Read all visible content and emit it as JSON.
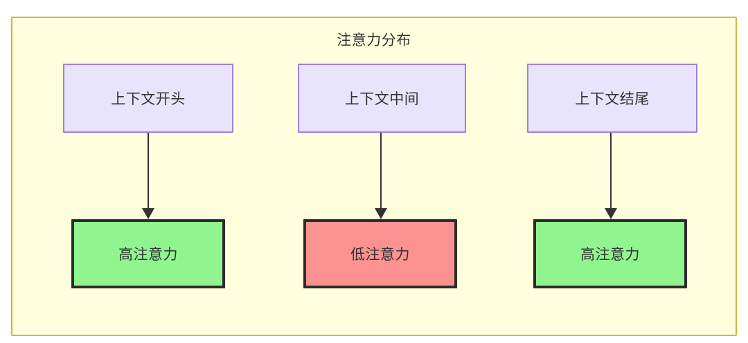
{
  "diagram": {
    "title": "注意力分布",
    "container": {
      "fill": "#ffffdd",
      "border": "#bfbf3f"
    },
    "colors": {
      "source_fill": "#e7e4fb",
      "source_border": "#9d80e0",
      "high_fill": "#90f58f",
      "low_fill": "#fc9191",
      "strong_border": "#2f2b2b",
      "text": "#333333",
      "edge": "#333333"
    },
    "nodes": {
      "top": [
        {
          "id": "context-start",
          "label": "上下文开头"
        },
        {
          "id": "context-middle",
          "label": "上下文中间"
        },
        {
          "id": "context-end",
          "label": "上下文结尾"
        }
      ],
      "bottom": [
        {
          "id": "attention-high-1",
          "label": "高注意力",
          "level": "high"
        },
        {
          "id": "attention-low",
          "label": "低注意力",
          "level": "low"
        },
        {
          "id": "attention-high-2",
          "label": "高注意力",
          "level": "high"
        }
      ]
    },
    "edges": [
      {
        "from": "context-start",
        "to": "attention-high-1",
        "label": ""
      },
      {
        "from": "context-middle",
        "to": "attention-low",
        "label": ""
      },
      {
        "from": "context-end",
        "to": "attention-high-2",
        "label": ""
      }
    ]
  }
}
